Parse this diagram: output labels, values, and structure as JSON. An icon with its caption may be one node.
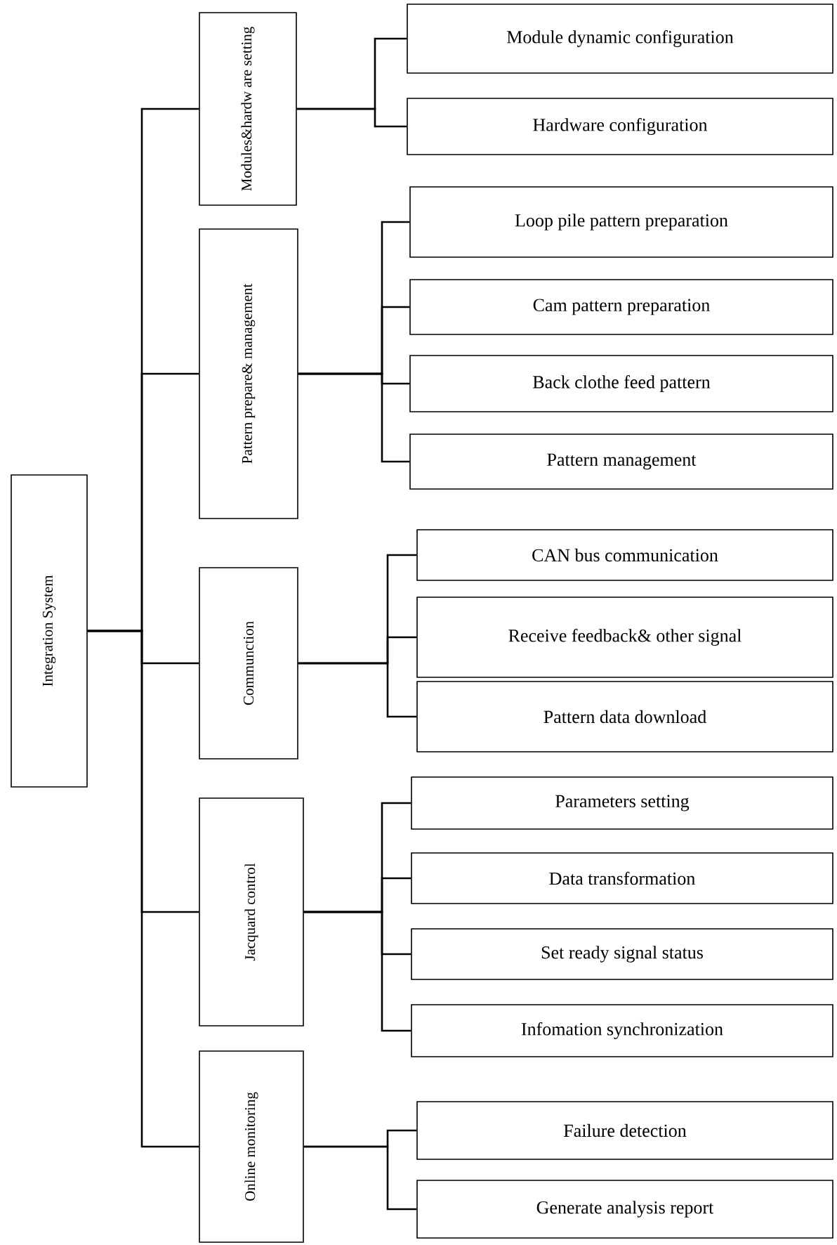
{
  "diagram": {
    "nodes": [
      {
        "text": [
          "Integration System"
        ]
      },
      {
        "text": [
          "Modules&hardw are setting"
        ]
      },
      {
        "text": [
          "Pattern prepare& management"
        ]
      },
      {
        "text": [
          "Communction"
        ]
      },
      {
        "text": [
          "Jacquard control"
        ]
      },
      {
        "text": [
          "Online monitoring"
        ]
      },
      {
        "text": [
          "Module dynamic configuration"
        ]
      },
      {
        "text": [
          "Hardware configuration"
        ]
      },
      {
        "text": [
          "Loop pile  pattern preparation"
        ]
      },
      {
        "text": [
          "Cam pattern preparation"
        ]
      },
      {
        "text": [
          "Back clothe feed pattern"
        ]
      },
      {
        "text": [
          "Pattern management"
        ]
      },
      {
        "text": [
          "CAN bus communication"
        ]
      },
      {
        "text": [
          "Receive feedback& other signal"
        ]
      },
      {
        "text": [
          "Pattern data download"
        ]
      },
      {
        "text": [
          "Parameters setting"
        ]
      },
      {
        "text": [
          "Data transformation"
        ]
      },
      {
        "text": [
          "Set ready signal status"
        ]
      },
      {
        "text": [
          "Infomation synchronization"
        ]
      },
      {
        "text": [
          "Failure detection"
        ]
      },
      {
        "text": [
          "Generate analysis report"
        ]
      }
    ],
    "edges": [
      {
        "from": 0,
        "to": 1,
        "arrow": "none"
      },
      {
        "from": 0,
        "to": 2,
        "arrow": "none"
      },
      {
        "from": 0,
        "to": 3,
        "arrow": "none"
      },
      {
        "from": 0,
        "to": 4,
        "arrow": "none"
      },
      {
        "from": 0,
        "to": 5,
        "arrow": "none"
      },
      {
        "from": 1,
        "to": 6,
        "arrow": "none"
      },
      {
        "from": 1,
        "to": 7,
        "arrow": "none"
      },
      {
        "from": 2,
        "to": 8,
        "arrow": "none"
      },
      {
        "from": 2,
        "to": 9,
        "arrow": "none"
      },
      {
        "from": 2,
        "to": 10,
        "arrow": "none"
      },
      {
        "from": 2,
        "to": 11,
        "arrow": "none"
      },
      {
        "from": 3,
        "to": 12,
        "arrow": "none"
      },
      {
        "from": 3,
        "to": 13,
        "arrow": "none"
      },
      {
        "from": 3,
        "to": 14,
        "arrow": "none"
      },
      {
        "from": 4,
        "to": 15,
        "arrow": "none"
      },
      {
        "from": 4,
        "to": 16,
        "arrow": "none"
      },
      {
        "from": 4,
        "to": 17,
        "arrow": "none"
      },
      {
        "from": 4,
        "to": 18,
        "arrow": "none"
      },
      {
        "from": 5,
        "to": 19,
        "arrow": "none"
      },
      {
        "from": 5,
        "to": 20,
        "arrow": "none"
      }
    ]
  }
}
